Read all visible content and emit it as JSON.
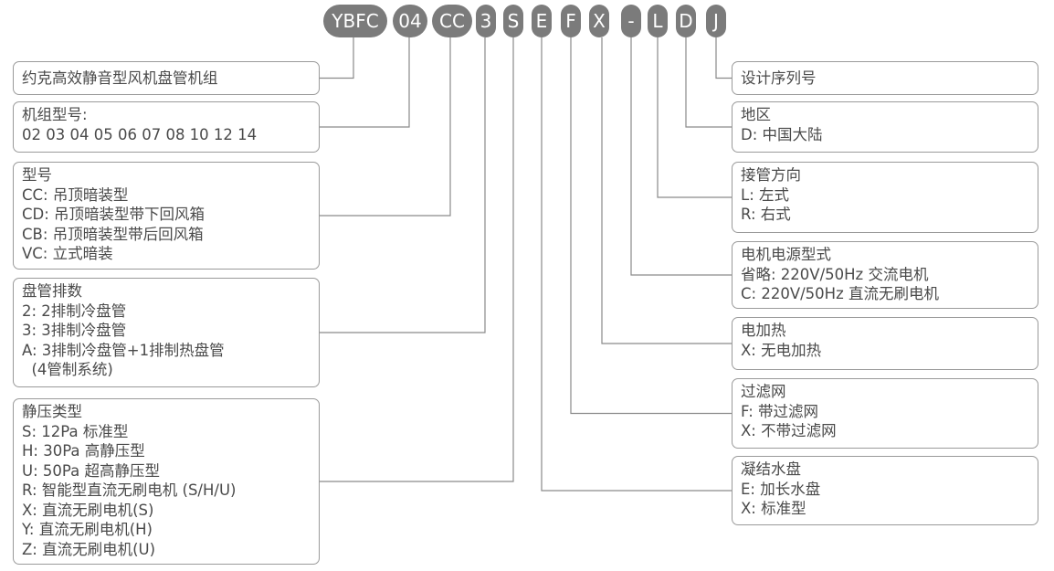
{
  "code_segments": [
    "YBFC",
    "04",
    "CC",
    "3",
    "S",
    "E",
    "F",
    "X",
    "-",
    "L",
    "D",
    "J"
  ],
  "left_boxes": [
    {
      "title": "约克高效静音型风机盘管机组",
      "lines": []
    },
    {
      "title": "机组型号:",
      "lines": [
        "02 03 04 05 06 07 08 10 12 14"
      ]
    },
    {
      "title": "型号",
      "lines": [
        "CC: 吊顶暗装型",
        "CD: 吊顶暗装型带下回风箱",
        "CB: 吊顶暗装型带后回风箱",
        "VC: 立式暗装"
      ]
    },
    {
      "title": "盘管排数",
      "lines": [
        "2: 2排制冷盘管",
        "3: 3排制冷盘管",
        "A: 3排制冷盘管+1排制热盘管",
        "  (4管制系统)"
      ]
    },
    {
      "title": "静压类型",
      "lines": [
        "S: 12Pa 标准型",
        "H: 30Pa 高静压型",
        "U: 50Pa 超高静压型",
        "R: 智能型直流无刷电机 (S/H/U)",
        "X: 直流无刷电机(S)",
        "Y: 直流无刷电机(H)",
        "Z: 直流无刷电机(U)"
      ]
    }
  ],
  "right_boxes": [
    {
      "title": "设计序列号",
      "lines": []
    },
    {
      "title": "地区",
      "lines": [
        "D: 中国大陆"
      ]
    },
    {
      "title": "接管方向",
      "lines": [
        "L: 左式",
        "R: 右式"
      ]
    },
    {
      "title": "电机电源型式",
      "lines": [
        "省略: 220V/50Hz 交流电机",
        "C: 220V/50Hz 直流无刷电机"
      ]
    },
    {
      "title": "电加热",
      "lines": [
        "X: 无电加热"
      ]
    },
    {
      "title": "过滤网",
      "lines": [
        "F: 带过滤网",
        "X: 不带过滤网"
      ]
    },
    {
      "title": "凝结水盘",
      "lines": [
        "E: 加长水盘",
        "X: 标准型"
      ]
    }
  ],
  "colors": {
    "pill": "#7b7b7b",
    "line": "#8a8a8a",
    "box_border": "#9a9a9a",
    "text": "#4a4a4a"
  }
}
